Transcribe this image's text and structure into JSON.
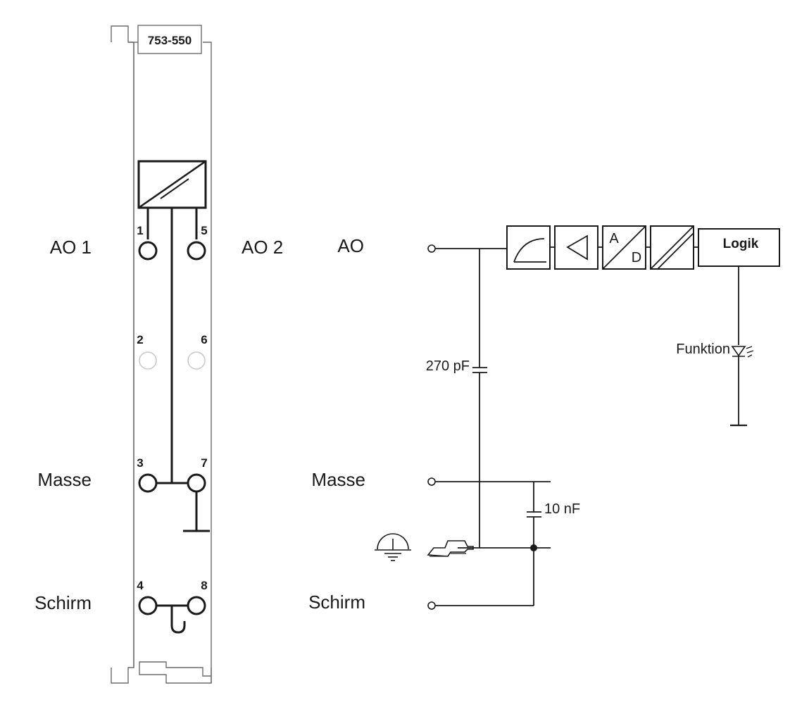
{
  "module": {
    "part_number": "753-550",
    "labels": {
      "ao1": "AO 1",
      "ao2": "AO 2",
      "masse": "Masse",
      "schirm": "Schirm"
    },
    "terminals": [
      "1",
      "5",
      "2",
      "6",
      "3",
      "7",
      "4",
      "8"
    ]
  },
  "schematic": {
    "labels": {
      "ao": "AO",
      "masse": "Masse",
      "schirm": "Schirm"
    },
    "capacitor_1": "270 pF",
    "capacitor_2": "10 nF",
    "blocks": {
      "ad_a": "A",
      "ad_d": "D",
      "logik": "Logik"
    },
    "led_label": "Funktion"
  },
  "colors": {
    "line": "#1a1a1a",
    "frame": "#6b6b6b",
    "inactive_terminal": "#c8c8c8"
  }
}
